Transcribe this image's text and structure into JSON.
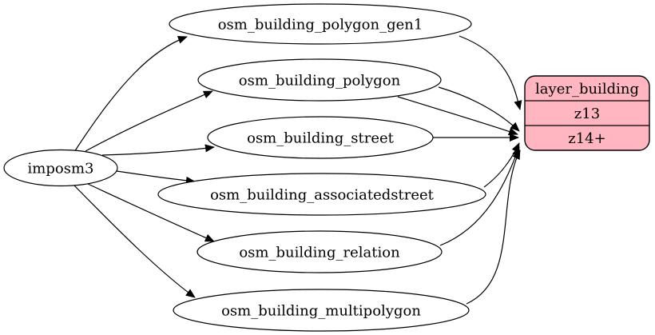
{
  "diagram": {
    "kind": "etl-graph",
    "background_color": "#ffffff",
    "edge_color": "#000000",
    "nodes": {
      "imposm3": {
        "label": "imposm3",
        "shape": "ellipse"
      },
      "polygon_gen1": {
        "label": "osm_building_polygon_gen1",
        "shape": "ellipse"
      },
      "polygon": {
        "label": "osm_building_polygon",
        "shape": "ellipse"
      },
      "street": {
        "label": "osm_building_street",
        "shape": "ellipse"
      },
      "associatedstreet": {
        "label": "osm_building_associatedstreet",
        "shape": "ellipse"
      },
      "relation": {
        "label": "osm_building_relation",
        "shape": "ellipse"
      },
      "multipolygon": {
        "label": "osm_building_multipolygon",
        "shape": "ellipse"
      }
    },
    "layer": {
      "title": "layer_building",
      "rows": [
        "z13",
        "z14+"
      ],
      "fill": "#FFB6C1",
      "stroke": "#000000"
    },
    "edges": [
      {
        "from": "imposm3",
        "to": "osm_building_polygon_gen1"
      },
      {
        "from": "imposm3",
        "to": "osm_building_polygon"
      },
      {
        "from": "imposm3",
        "to": "osm_building_street"
      },
      {
        "from": "imposm3",
        "to": "osm_building_associatedstreet"
      },
      {
        "from": "imposm3",
        "to": "osm_building_relation"
      },
      {
        "from": "imposm3",
        "to": "osm_building_multipolygon"
      },
      {
        "from": "osm_building_polygon_gen1",
        "to": "layer_building:z13"
      },
      {
        "from": "osm_building_polygon",
        "to": "layer_building:z14+"
      },
      {
        "from": "osm_building_street",
        "to": "layer_building:z14+"
      },
      {
        "from": "osm_building_associatedstreet",
        "to": "layer_building:z14+"
      },
      {
        "from": "osm_building_relation",
        "to": "layer_building:z14+"
      },
      {
        "from": "osm_building_multipolygon",
        "to": "layer_building:z14+"
      }
    ]
  }
}
